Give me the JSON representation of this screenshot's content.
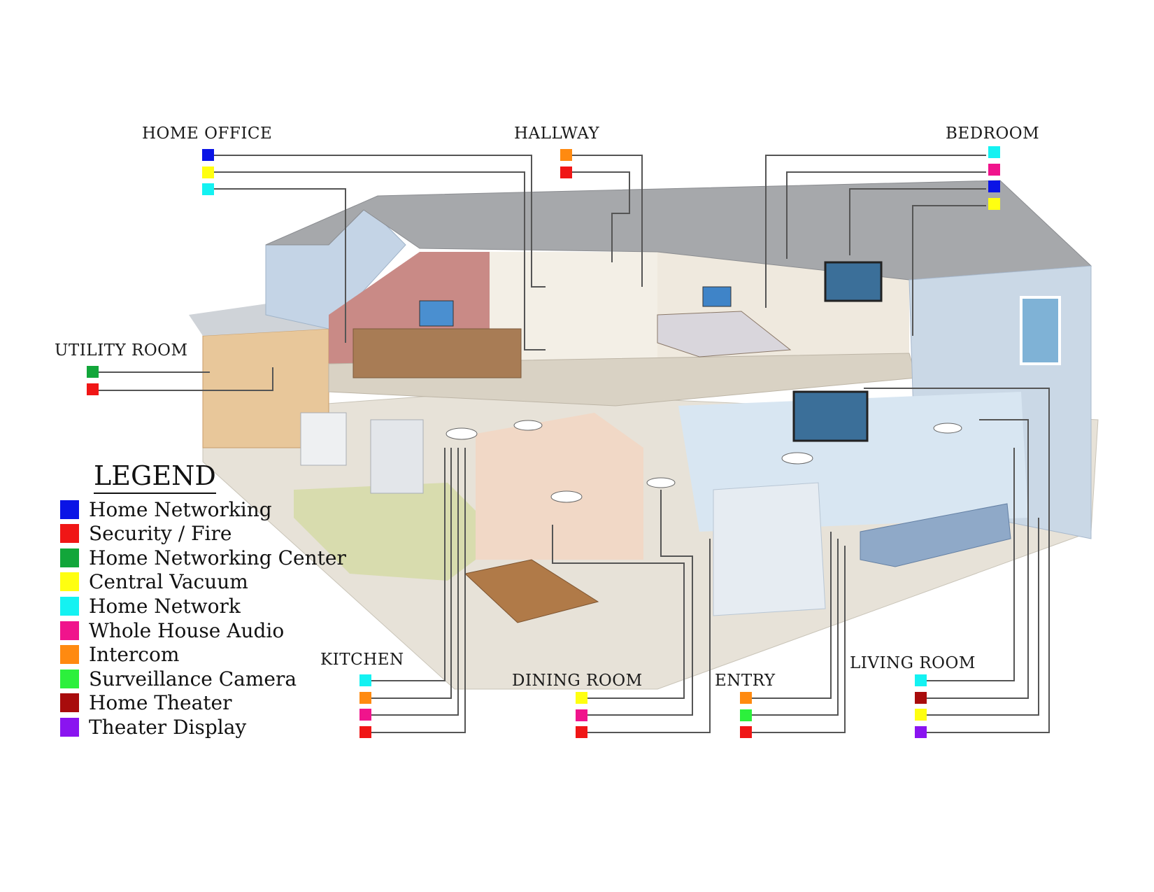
{
  "colors": {
    "home_networking": "#0a14e6",
    "security_fire": "#f01616",
    "home_networking_center": "#12a63a",
    "central_vacuum": "#ffff10",
    "home_network": "#14f2f2",
    "whole_house_audio": "#f0148c",
    "intercom": "#ff8a10",
    "surveillance_camera": "#2cf03c",
    "home_theater": "#a80c0c",
    "theater_display": "#8a14f0"
  },
  "legend": {
    "title": "LEGEND",
    "items": [
      {
        "label": "Home Networking",
        "color": "#0a14e6"
      },
      {
        "label": "Security / Fire",
        "color": "#f01616"
      },
      {
        "label": "Home Networking Center",
        "color": "#12a63a"
      },
      {
        "label": "Central Vacuum",
        "color": "#ffff10"
      },
      {
        "label": "Home Network",
        "color": "#14f2f2"
      },
      {
        "label": "Whole House Audio",
        "color": "#f0148c"
      },
      {
        "label": "Intercom",
        "color": "#ff8a10"
      },
      {
        "label": "Surveillance Camera",
        "color": "#2cf03c"
      },
      {
        "label": "Home Theater",
        "color": "#a80c0c"
      },
      {
        "label": "Theater Display",
        "color": "#8a14f0"
      }
    ]
  },
  "rooms": {
    "home_office": {
      "label": "HOME OFFICE",
      "swatches": [
        "#0a14e6",
        "#ffff10",
        "#14f2f2"
      ]
    },
    "hallway": {
      "label": "HALLWAY",
      "swatches": [
        "#ff8a10",
        "#f01616"
      ]
    },
    "bedroom": {
      "label": "BEDROOM",
      "swatches": [
        "#14f2f2",
        "#f0148c",
        "#0a14e6",
        "#ffff10"
      ]
    },
    "utility_room": {
      "label": "UTILITY ROOM",
      "swatches": [
        "#12a63a",
        "#f01616"
      ]
    },
    "kitchen": {
      "label": "KITCHEN",
      "swatches": [
        "#14f2f2",
        "#ff8a10",
        "#f0148c",
        "#f01616"
      ]
    },
    "dining_room": {
      "label": "DINING ROOM",
      "swatches": [
        "#ffff10",
        "#f0148c",
        "#f01616"
      ]
    },
    "entry": {
      "label": "ENTRY",
      "swatches": [
        "#ff8a10",
        "#2cf03c",
        "#f01616"
      ]
    },
    "living_room": {
      "label": "LIVING ROOM",
      "swatches": [
        "#14f2f2",
        "#a80c0c",
        "#ffff10",
        "#8a14f0"
      ]
    }
  }
}
